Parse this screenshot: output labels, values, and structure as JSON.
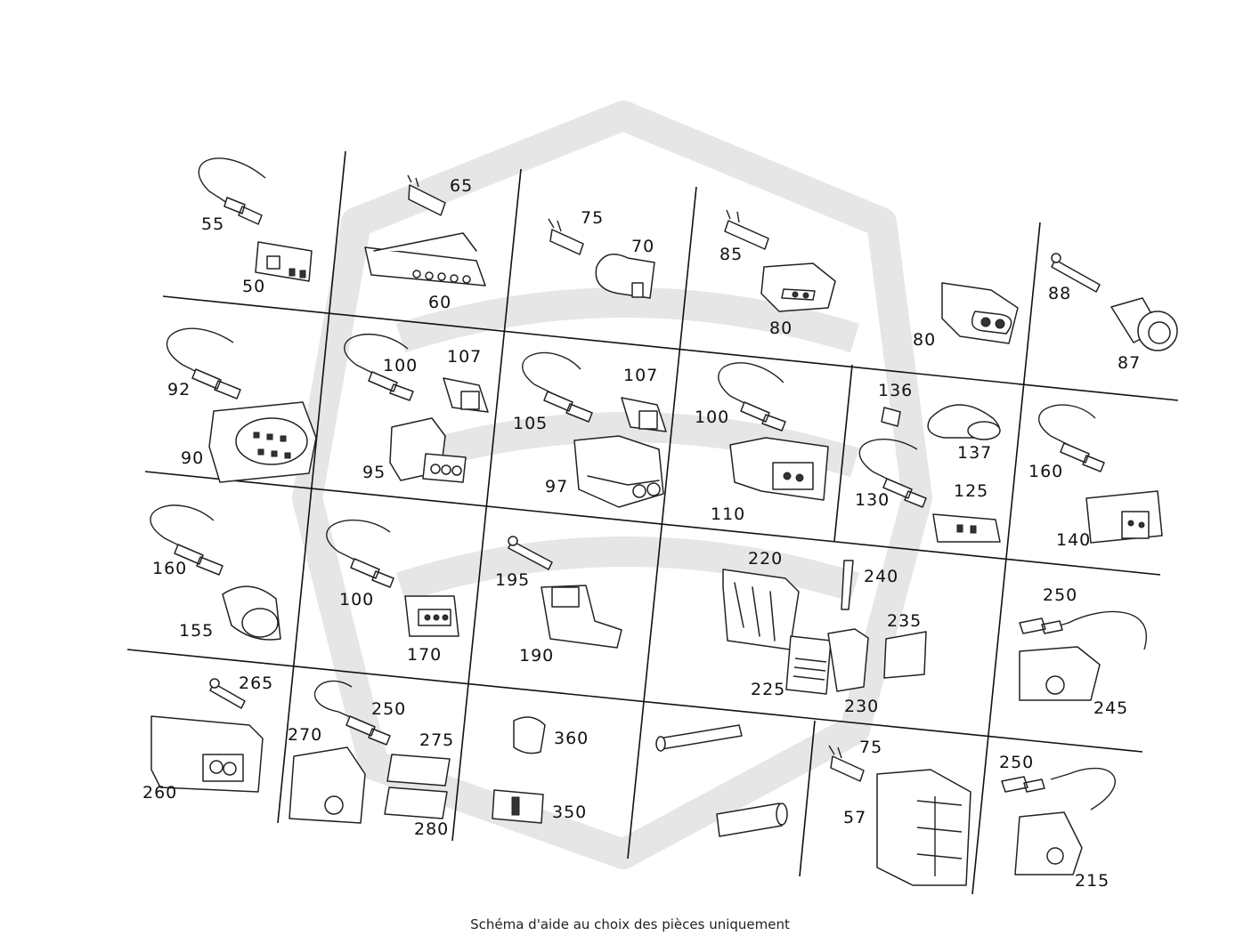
{
  "caption": "Schéma d'aide au choix des pièces uniquement",
  "callouts": {
    "c55": "55",
    "c50": "50",
    "c65": "65",
    "c60": "60",
    "c75a": "75",
    "c70": "70",
    "c85": "85",
    "c80a": "80",
    "c80b": "80",
    "c88": "88",
    "c87": "87",
    "c92": "92",
    "c90": "90",
    "c100a": "100",
    "c107a": "107",
    "c95": "95",
    "c105": "105",
    "c107b": "107",
    "c97": "97",
    "c100b": "100",
    "c110": "110",
    "c136": "136",
    "c137": "137",
    "c130": "130",
    "c125": "125",
    "c160a": "160",
    "c140": "140",
    "c160b": "160",
    "c155": "155",
    "c100c": "100",
    "c170": "170",
    "c195": "195",
    "c190": "190",
    "c220": "220",
    "c240": "240",
    "c235": "235",
    "c225": "225",
    "c230": "230",
    "c250a": "250",
    "c245": "245",
    "c265": "265",
    "c260": "260",
    "c270": "270",
    "c250b": "250",
    "c275": "275",
    "c280": "280",
    "c360": "360",
    "c350": "350",
    "c75b": "75",
    "c57": "57",
    "c250c": "250",
    "c215": "215"
  },
  "watermark_color": "#e6e6e6"
}
